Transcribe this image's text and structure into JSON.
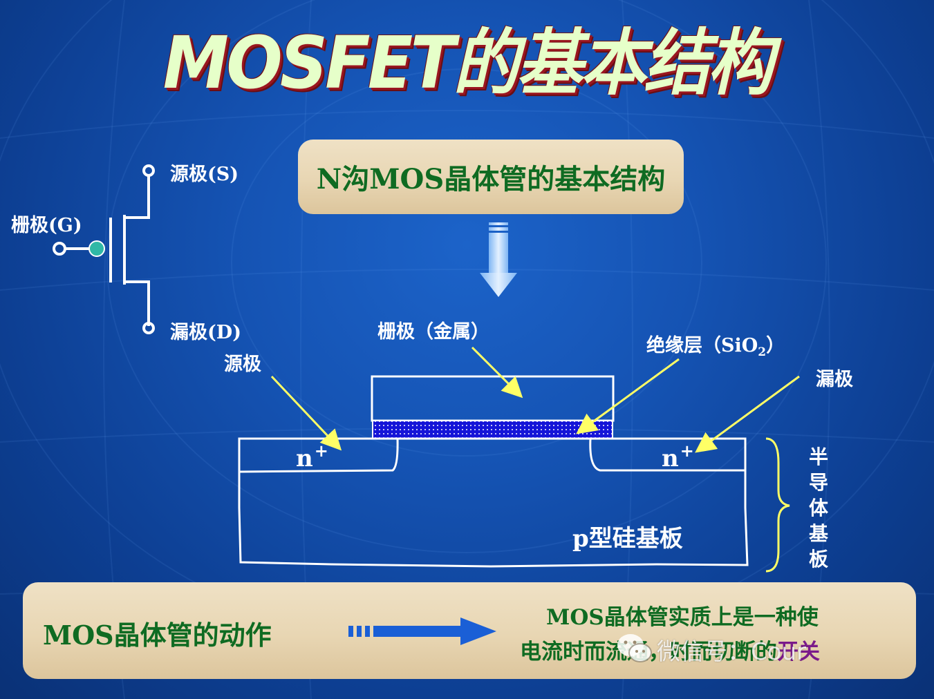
{
  "title": "MOSFET的基本结构",
  "headline": "N沟MOS晶体管的基本结构",
  "symbol": {
    "source_label": "源极(S)",
    "gate_label": "栅极(G)",
    "drain_label": "漏极(D)"
  },
  "cross_section": {
    "gate_label": "栅极（金属）",
    "insulator_label_prefix": "绝缘层（SiO",
    "insulator_sub": "2",
    "insulator_label_suffix": "）",
    "source_label": "源极",
    "drain_label": "漏极",
    "n_plus_left": "n",
    "n_plus_right": "n",
    "n_plus_sup": "+",
    "substrate_label": "p型硅基板",
    "semiconductor_label": "半导体基板"
  },
  "bottom": {
    "action_label": "MOS晶体管的动作",
    "summary_line1": "MOS晶体管实质上是一种使",
    "summary_line2_prefix": "电流时而流通，时而切断的",
    "summary_highlight": "开关"
  },
  "watermark": "微信号：Cour"
}
